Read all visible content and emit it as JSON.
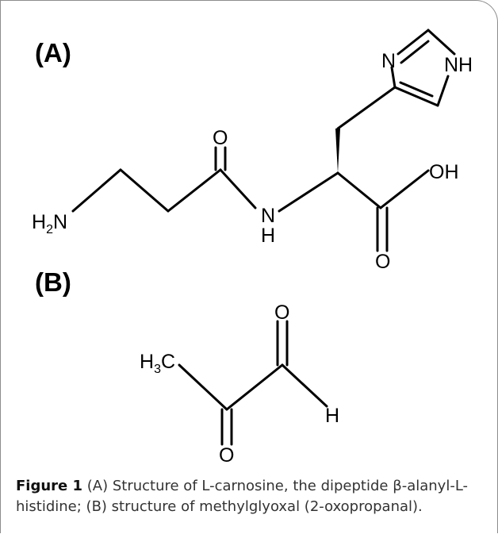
{
  "panels": {
    "a_label": "(A)",
    "b_label": "(B)"
  },
  "structure_a": {
    "atom_n_ring": "N",
    "atom_nh_ring": "NH",
    "atom_o_carbonyl": "O",
    "atom_oh": "OH",
    "atom_h2n_h": "H",
    "atom_h2n_sub": "2",
    "atom_h2n_n": "N",
    "atom_nh_n": "N",
    "atom_nh_h": "H",
    "atom_o_acid": "O"
  },
  "structure_b": {
    "atom_o_top": "O",
    "atom_h3c_h": "H",
    "atom_h3c_sub": "3",
    "atom_h3c_c": "C",
    "atom_h": "H",
    "atom_o_bottom": "O"
  },
  "caption": {
    "label": "Figure 1",
    "text": " (A) Structure of L-carnosine, the dipeptide β-alanyl-L-histidine; (B) structure of methylglyoxal (2-oxopropanal)."
  }
}
